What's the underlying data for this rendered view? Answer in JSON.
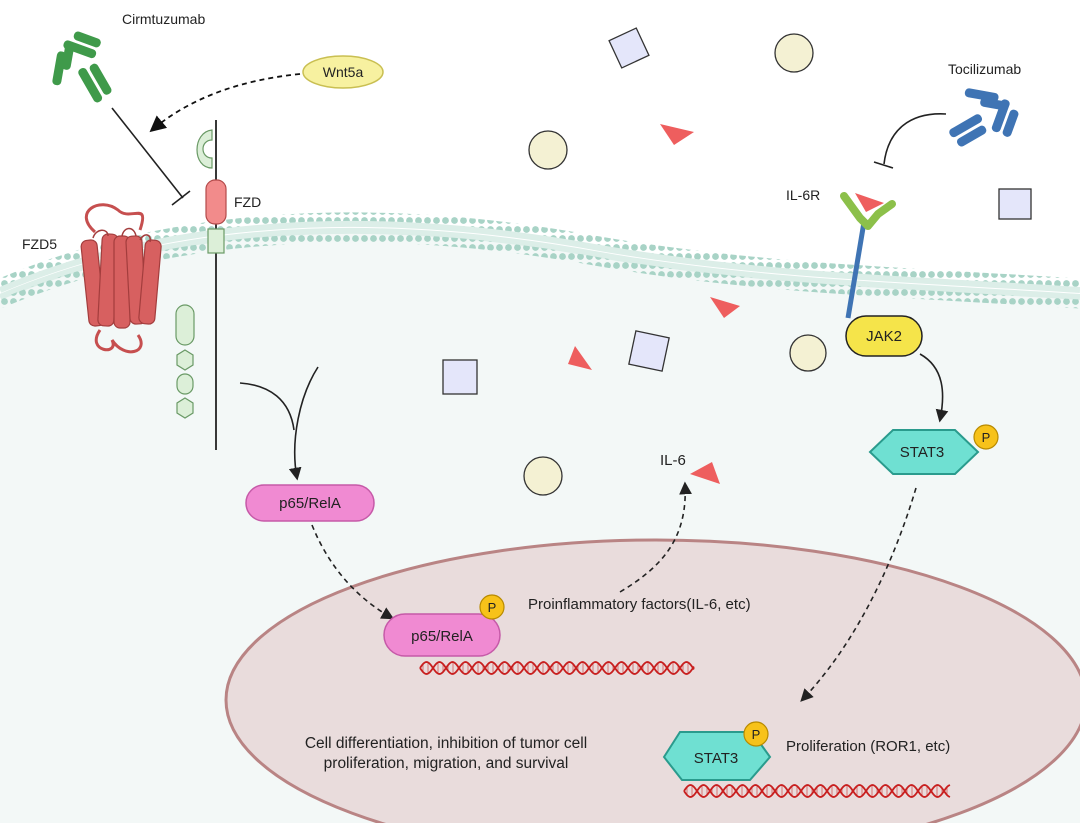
{
  "labels": {
    "cirmtuzumab": "Cirmtuzumab",
    "wnt5a": "Wnt5a",
    "fzd": "FZD",
    "fzd5": "FZD5",
    "tocilizumab": "Tocilizumab",
    "il6r": "IL-6R",
    "jak2": "JAK2",
    "stat3_cyto": "STAT3",
    "stat3_nucleus": "STAT3",
    "p65_cyto": "p65/RelA",
    "p65_nucleus": "p65/RelA",
    "phospho": "P",
    "il6": "IL-6",
    "proinflammatory": "Proinflammatory factors(IL-6, etc)",
    "proliferation": "Proliferation (ROR1, etc)",
    "outcome_line1": "Cell differentiation, inhibition of tumor cell",
    "outcome_line2": "proliferation, migration, and survival"
  },
  "colors": {
    "membrane": "#bfe0d6",
    "membrane_bead": "#a8d3c6",
    "cytoplasm": "#f3f8f7",
    "nucleus_fill": "#e9dcdc",
    "nucleus_stroke": "#b98484",
    "antibody_green": "#3f9a4a",
    "antibody_blue": "#3f74b4",
    "receptor_red": "#c64f4f",
    "p65_fill": "#f08ad2",
    "stat3_fill": "#6fe0d2",
    "jak2_fill": "#f5e44a",
    "phospho_fill": "#f7c21a",
    "wnt5a_fill": "#f7f1a0",
    "il6_triangle": "#ee5e5e",
    "square_fill": "#e4e6fa",
    "circle_fill": "#f4f1d3",
    "dna_red": "#c81f1f"
  }
}
